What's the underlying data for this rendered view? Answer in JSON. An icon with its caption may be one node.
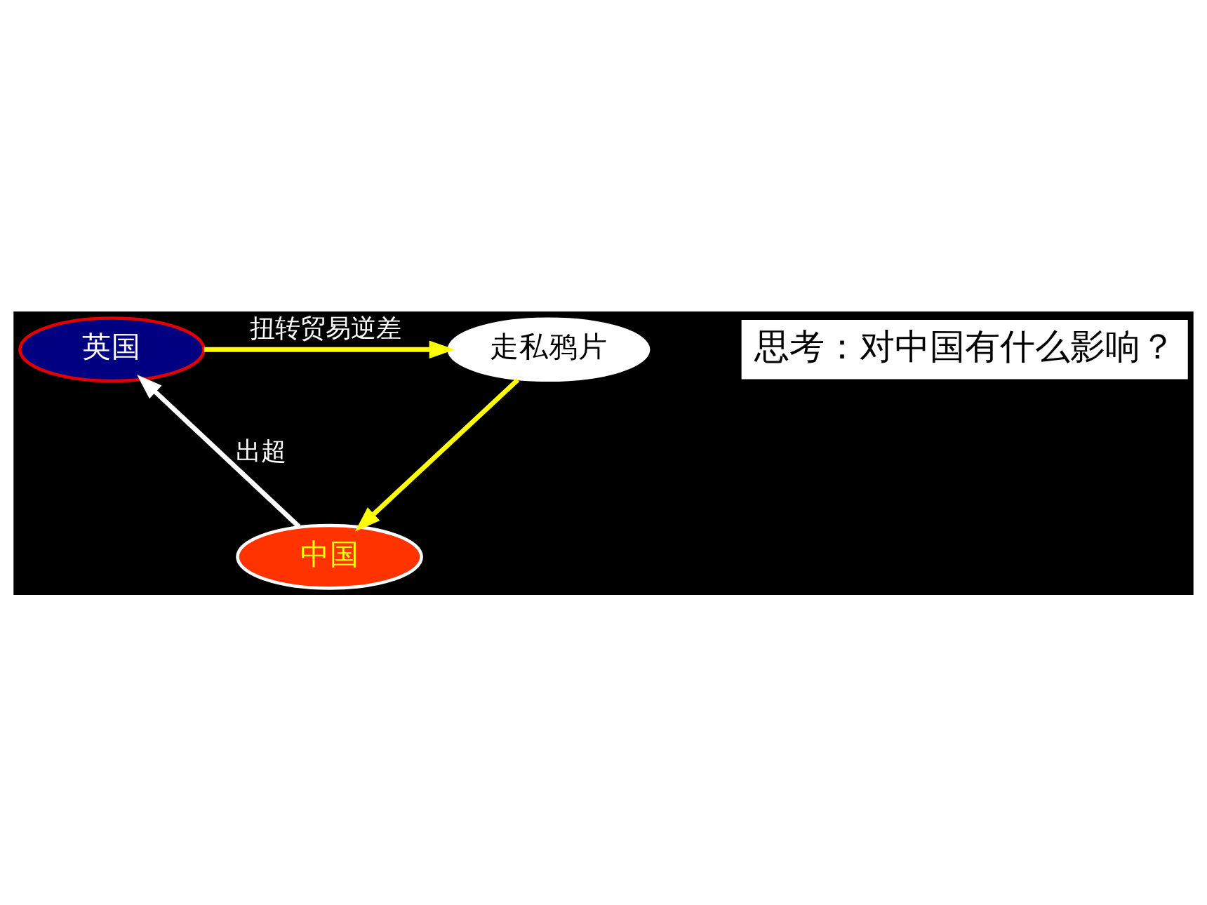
{
  "diagram": {
    "nodes": [
      {
        "text": [
          "英国"
        ]
      },
      {
        "text": [
          "走私鸦片"
        ]
      },
      {
        "text": [
          "中国"
        ]
      },
      {
        "text": [
          "思考：对中国有什么影响？"
        ]
      }
    ],
    "edges": [
      {
        "from": 0,
        "to": 1,
        "arrow": "to",
        "label": "扭转贸易逆差",
        "color": "#ffff00"
      },
      {
        "from": 1,
        "to": 2,
        "arrow": "to",
        "color": "#ffff00"
      },
      {
        "from": 2,
        "to": 0,
        "arrow": "to",
        "label": "出超",
        "color": "#ffffff"
      }
    ]
  }
}
